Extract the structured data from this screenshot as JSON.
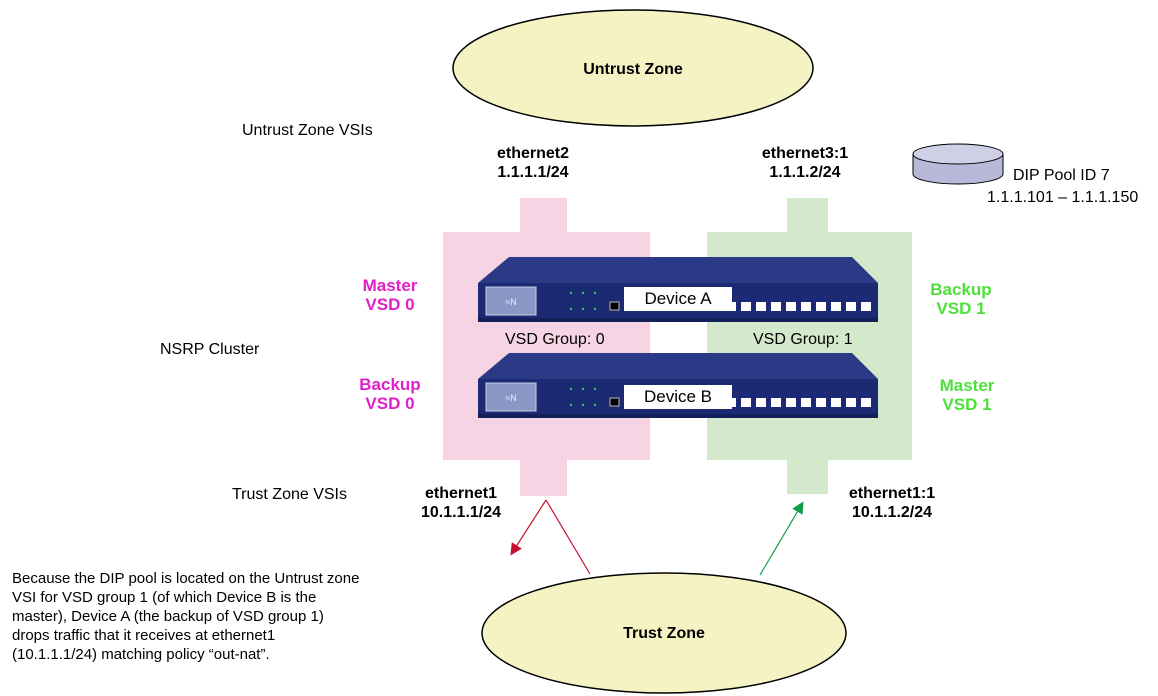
{
  "zones": {
    "untrust": "Untrust Zone",
    "trust": "Trust Zone"
  },
  "vsi_labels": {
    "untrust": "Untrust Zone VSIs",
    "trust": "Trust Zone VSIs"
  },
  "interfaces": {
    "eth2_name": "ethernet2",
    "eth2_ip": "1.1.1.1/24",
    "eth3_1_name": "ethernet3:1",
    "eth3_1_ip": "1.1.1.2/24",
    "eth1_name": "ethernet1",
    "eth1_ip": "10.1.1.1/24",
    "eth1_1_name": "ethernet1:1",
    "eth1_1_ip": "10.1.1.2/24"
  },
  "dip_pool": {
    "title": "DIP Pool ID 7",
    "range": "1.1.1.101 – 1.1.1.150"
  },
  "cluster": "NSRP Cluster",
  "devices": {
    "a": "Device A",
    "b": "Device B"
  },
  "groups": {
    "g0": "VSD Group: 0",
    "g1": "VSD Group: 1"
  },
  "roles": {
    "a_left_1": "Master",
    "a_left_2": "VSD 0",
    "b_left_1": "Backup",
    "b_left_2": "VSD 0",
    "a_right_1": "Backup",
    "a_right_2": "VSD 1",
    "b_right_1": "Master",
    "b_right_2": "VSD 1"
  },
  "note_lines": [
    "Because the DIP pool is located on the Untrust zone",
    "VSI for VSD group 1 (of which Device B is the",
    "master), Device A (the backup of VSD group 1)",
    "drops traffic that it receives at ethernet1",
    "(10.1.1.1/24) matching policy “out-nat”."
  ],
  "colors": {
    "zone_fill": "#f5f3c3",
    "pink_region": "#f6d4e4",
    "green_region": "#d4e9cc",
    "device_body": "#1b2a72",
    "red_arrow": "#c8102e",
    "green_arrow": "#139a4a",
    "dip_fill": "#b8b8d8"
  }
}
